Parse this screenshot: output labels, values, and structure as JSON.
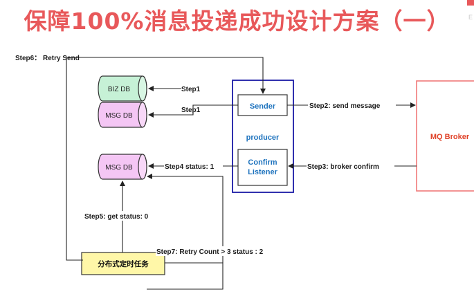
{
  "title": "保障100%消息投递成功设计方案（一）",
  "corner_letter": "E",
  "colors": {
    "title": "#e8585a",
    "db_green": "#c6f1d6",
    "db_pink": "#f4c6f4",
    "producer_border": "#1a1aa6",
    "sender_text": "#1e73be",
    "broker_border": "#f07a7a",
    "broker_text": "#e0442b",
    "job_fill": "#fff7a8"
  },
  "databases": {
    "biz": "BIZ DB",
    "msg_top": "MSG DB",
    "msg_bottom": "MSG DB"
  },
  "producer": {
    "label": "producer",
    "sender": "Sender",
    "confirm_line1": "Confirm",
    "confirm_line2": "Listener"
  },
  "broker": {
    "label": "MQ Broker"
  },
  "job": {
    "label": "分布式定时任务"
  },
  "steps": {
    "step6": "Step6： Retry Send",
    "step1_biz": "Step1",
    "step1_msg": "Step1",
    "step2": "Step2:  send message",
    "step3": "Step3:  broker confirm",
    "step4": "Step4 status: 1",
    "step5": "Step5: get status:  0",
    "step7": "Step7: Retry Count > 3 status : 2"
  }
}
